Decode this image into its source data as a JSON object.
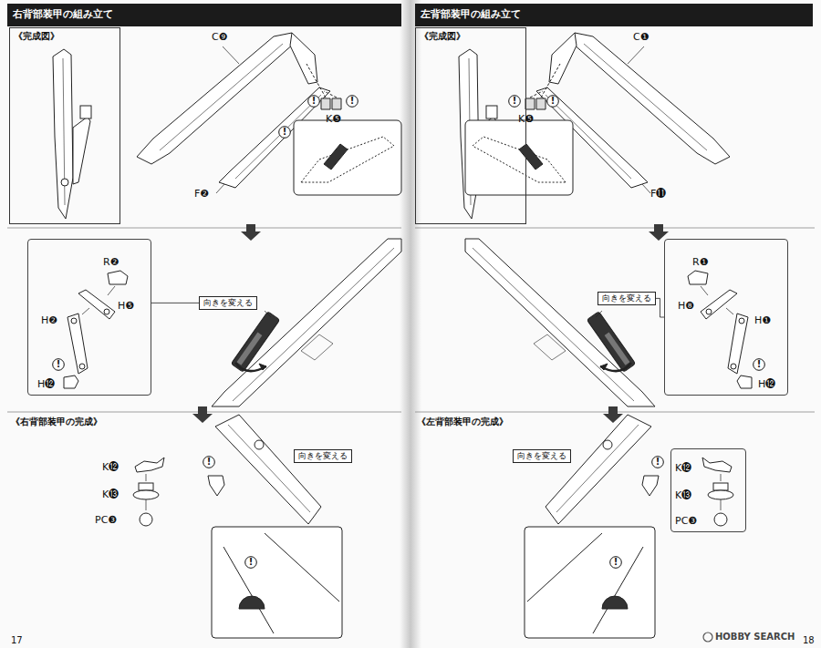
{
  "diagram": {
    "nodes": [
      {
        "text": [
          "右背部装甲の組み立て"
        ]
      },
      {
        "text": [
          "《完成図》"
        ]
      },
      {
        "text": [
          "!"
        ]
      },
      {
        "text": [
          "!"
        ]
      },
      {
        "text": [
          "!"
        ]
      },
      {
        "text": [
          "R❷",
          "H❺",
          "H❷",
          "H⓬"
        ]
      },
      {
        "text": [
          "!"
        ],
        "in": 5
      },
      {
        "text": [
          "向きを変える"
        ]
      },
      {
        "text": [
          "!"
        ]
      },
      {
        "text": [
          "向きを変える"
        ]
      },
      {
        "text": [
          "!"
        ]
      },
      {
        "text": [
          "左背部装甲の組み立て"
        ]
      },
      {
        "text": [
          "《完成図》"
        ]
      },
      {
        "text": [
          "!"
        ]
      },
      {
        "text": [
          "!"
        ]
      },
      {
        "text": [
          "向きを変える"
        ]
      },
      {
        "text": [
          "R❶",
          "H❽",
          "H❶",
          "H⓬"
        ]
      },
      {
        "text": [
          "!"
        ],
        "in": 16
      },
      {
        "text": [
          "K⓬",
          "K⓭",
          "PC❸"
        ]
      },
      {
        "text": [
          "!"
        ]
      },
      {
        "text": [
          "向きを変える"
        ]
      },
      {
        "text": [
          "!"
        ]
      }
    ],
    "edges": [
      {
        "from": 5,
        "to": 7,
        "arrow": "none"
      },
      {
        "from": 15,
        "to": 16,
        "arrow": "none"
      }
    ],
    "labels": [
      "C❾",
      "F❷",
      "K❺",
      "《右背部装甲の完成》",
      "K⓬",
      "K⓭",
      "PC❸",
      "17",
      "C❶",
      "K❺",
      "F⓫",
      "《左背部装甲の完成》",
      "18",
      "HOBBY SEARCH"
    ]
  }
}
